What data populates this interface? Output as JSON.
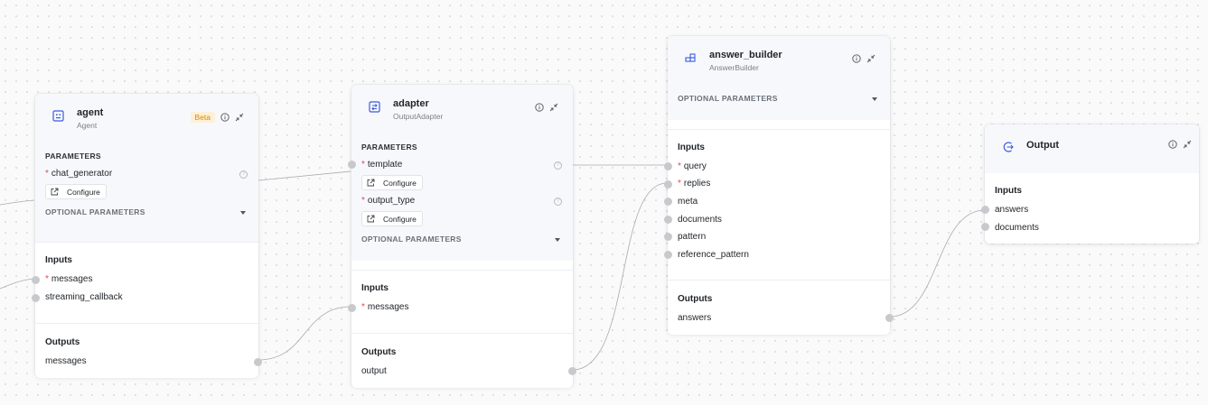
{
  "nodes": {
    "agent": {
      "name": "agent",
      "type": "Agent",
      "badge": "Beta",
      "parameters_label": "PARAMETERS",
      "params": [
        {
          "name": "chat_generator",
          "required": true,
          "button": "Configure"
        }
      ],
      "optional_label": "OPTIONAL PARAMETERS",
      "inputs_title": "Inputs",
      "inputs": [
        {
          "name": "messages",
          "required": true
        },
        {
          "name": "streaming_callback",
          "required": false
        }
      ],
      "outputs_title": "Outputs",
      "outputs": [
        "messages"
      ]
    },
    "adapter": {
      "name": "adapter",
      "type": "OutputAdapter",
      "parameters_label": "PARAMETERS",
      "params": [
        {
          "name": "template",
          "required": true,
          "button": "Configure"
        },
        {
          "name": "output_type",
          "required": true,
          "button": "Configure"
        }
      ],
      "optional_label": "OPTIONAL PARAMETERS",
      "inputs_title": "Inputs",
      "inputs": [
        {
          "name": "messages",
          "required": true
        }
      ],
      "outputs_title": "Outputs",
      "outputs": [
        "output"
      ]
    },
    "answer_builder": {
      "name": "answer_builder",
      "type": "AnswerBuilder",
      "optional_label": "OPTIONAL PARAMETERS",
      "inputs_title": "Inputs",
      "inputs": [
        {
          "name": "query",
          "required": true
        },
        {
          "name": "replies",
          "required": true
        },
        {
          "name": "meta",
          "required": false
        },
        {
          "name": "documents",
          "required": false
        },
        {
          "name": "pattern",
          "required": false
        },
        {
          "name": "reference_pattern",
          "required": false
        }
      ],
      "outputs_title": "Outputs",
      "outputs": [
        "answers"
      ]
    },
    "output": {
      "name": "Output",
      "inputs_title": "Inputs",
      "inputs": [
        {
          "name": "answers",
          "required": false
        },
        {
          "name": "documents",
          "required": false
        }
      ]
    }
  },
  "icons": {
    "agent": "agent-icon",
    "adapter": "adapter-icon",
    "answer_builder": "component-grid-icon",
    "output": "output-icon",
    "info": "info-icon",
    "collapse": "collapse-arrows-icon",
    "configure": "external-link-icon",
    "help": "help-icon"
  },
  "colors": {
    "accent": "#3b5bdb",
    "required": "#e5484d",
    "beta_bg": "#fdf0d6",
    "beta_text": "#d98a00",
    "wire": "#a9abb0"
  }
}
